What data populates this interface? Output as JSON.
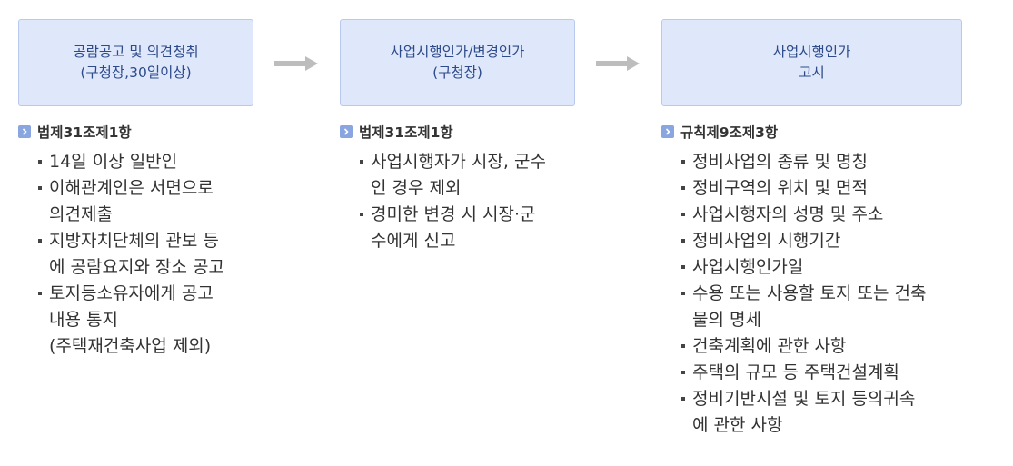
{
  "steps": [
    {
      "title_lines": [
        "공람공고 및 의견청취",
        "(구청장,30일이상)"
      ],
      "basis": "법제31조제1항",
      "items": [
        [
          "14일 이상 일반인"
        ],
        [
          "이해관계인은 서면으로",
          "의견제출"
        ],
        [
          "지방자치단체의 관보 등",
          "에 공람요지와 장소 공고"
        ],
        [
          "토지등소유자에게 공고",
          "내용 통지",
          "(주택재건축사업 제외)"
        ]
      ]
    },
    {
      "title_lines": [
        "사업시행인가/변경인가",
        "(구청장)"
      ],
      "basis": "법제31조제1항",
      "items": [
        [
          "사업시행자가 시장, 군수",
          "인 경우 제외"
        ],
        [
          "경미한 변경 시 시장·군",
          "수에게 신고"
        ]
      ]
    },
    {
      "title_lines": [
        "사업시행인가",
        "고시"
      ],
      "basis": "규칙제9조제3항",
      "items": [
        [
          "정비사업의 종류 및 명칭"
        ],
        [
          "정비구역의 위치 및 면적"
        ],
        [
          "사업시행자의 성명 및 주소"
        ],
        [
          "정비사업의 시행기간"
        ],
        [
          "사업시행인가일"
        ],
        [
          "수용 또는 사용할 토지 또는 건축",
          "물의 명세"
        ],
        [
          "건축계획에 관한 사항"
        ],
        [
          "주택의 규모 등 주택건설계획"
        ],
        [
          "정비기반시설 및 토지 등의귀속",
          "에 관한 사항"
        ]
      ]
    }
  ],
  "colors": {
    "box_fill": "#dfe8fb",
    "box_border": "#b9c8ee",
    "box_text": "#2d4a8a",
    "arrow": "#bdbdbd",
    "basis_icon": "#8aa6e0"
  }
}
